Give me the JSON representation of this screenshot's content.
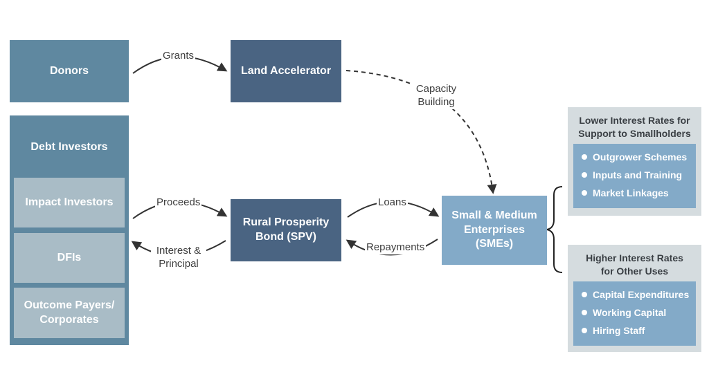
{
  "nodes": {
    "donors": "Donors",
    "land_accelerator": "Land Accelerator",
    "debt_investors": "Debt Investors",
    "impact_investors": "Impact Investors",
    "dfis": "DFIs",
    "outcome_payers": "Outcome Payers/ Corporates",
    "bond": "Rural Prosperity Bond (SPV)",
    "smes": "Small & Medium Enterprises (SMEs)"
  },
  "edges": {
    "grants": "Grants",
    "capacity_building": "Capacity Building",
    "proceeds": "Proceeds",
    "interest_principal": "Interest & Principal",
    "loans": "Loans",
    "repayments": "Repayments"
  },
  "panels": [
    {
      "title": "Lower Interest Rates for Support to Smallholders",
      "items": [
        "Outgrower Schemes",
        "Inputs and Training",
        "Market Linkages"
      ]
    },
    {
      "title": "Higher Interest Rates for Other Uses",
      "items": [
        "Capital Expenditures",
        "Working Capital",
        "Hiring Staff"
      ]
    }
  ],
  "colors": {
    "mid_blue": "#5f88a0",
    "dark_blue": "#4a6482",
    "light_gray_blue": "#a9bcc6",
    "sme_blue": "#83aac8",
    "panel_gray": "#d5dcdf"
  }
}
